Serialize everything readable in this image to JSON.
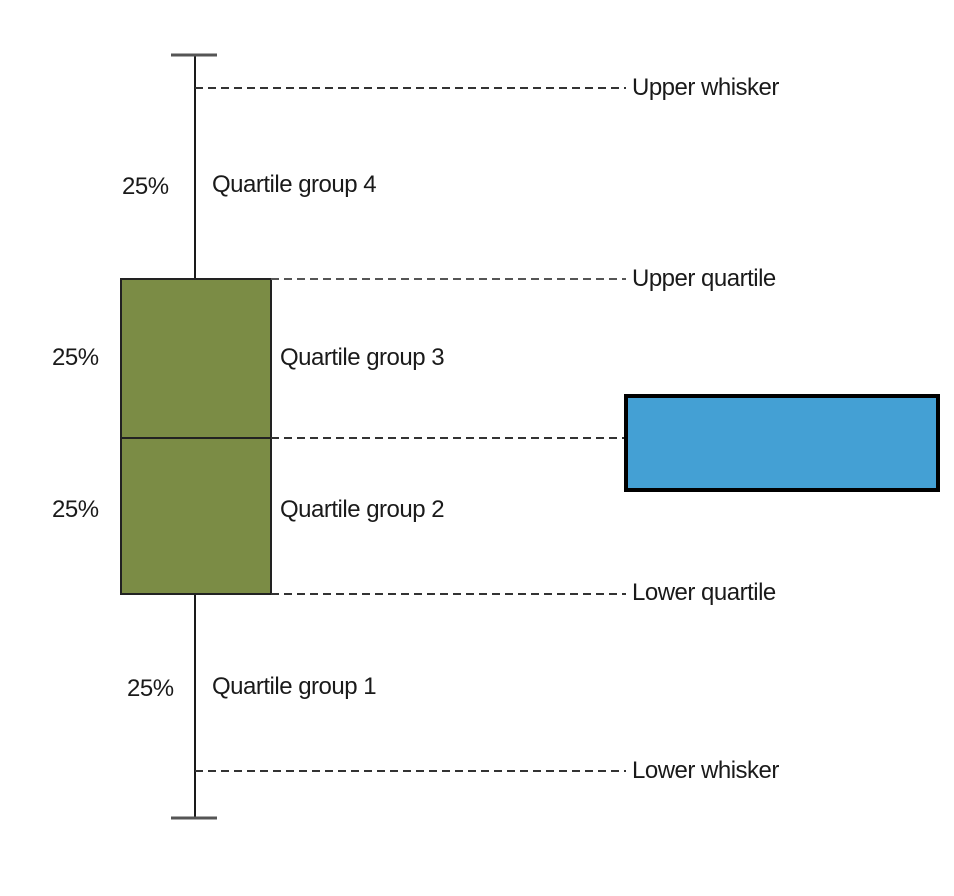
{
  "diagram": {
    "type": "box-plot-explanation",
    "box_color": "#7b8c45",
    "mask_color": "#44a0d4",
    "annotations": {
      "upper_whisker": "Upper whisker",
      "upper_quartile": "Upper quartile",
      "median": "",
      "lower_quartile": "Lower quartile",
      "lower_whisker": "Lower whisker"
    },
    "groups": [
      {
        "label": "Quartile group 4",
        "percent": "25%"
      },
      {
        "label": "Quartile group 3",
        "percent": "25%"
      },
      {
        "label": "Quartile group 2",
        "percent": "25%"
      },
      {
        "label": "Quartile group 1",
        "percent": "25%"
      }
    ]
  }
}
